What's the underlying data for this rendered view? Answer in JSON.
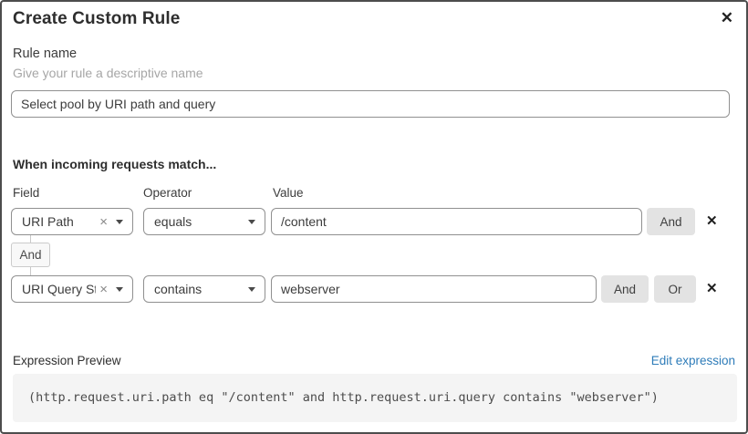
{
  "dialog": {
    "title": "Create Custom Rule"
  },
  "icons": {
    "close": "✕",
    "remove_row": "✕",
    "clear_selection": "×"
  },
  "rule_name": {
    "label": "Rule name",
    "hint": "Give your rule a descriptive name",
    "value": "Select pool by URI path and query"
  },
  "match": {
    "heading": "When incoming requests match...",
    "columns": {
      "field": "Field",
      "operator": "Operator",
      "value": "Value"
    },
    "connector": "And",
    "rows": [
      {
        "field": "URI Path",
        "operator": "equals",
        "value": "/content",
        "and_label": "And"
      },
      {
        "field": "URI Query St...",
        "operator": "contains",
        "value": "webserver",
        "and_label": "And",
        "or_label": "Or"
      }
    ]
  },
  "expression": {
    "label": "Expression Preview",
    "edit_link": "Edit expression",
    "code": "(http.request.uri.path eq \"/content\" and http.request.uri.query contains \"webserver\")"
  },
  "colors": {
    "link": "#2e7cb9",
    "input_border": "#909090",
    "button_bg": "#e3e3e3",
    "code_bg": "#f4f4f4",
    "dialog_border": "#4d4d4d"
  }
}
